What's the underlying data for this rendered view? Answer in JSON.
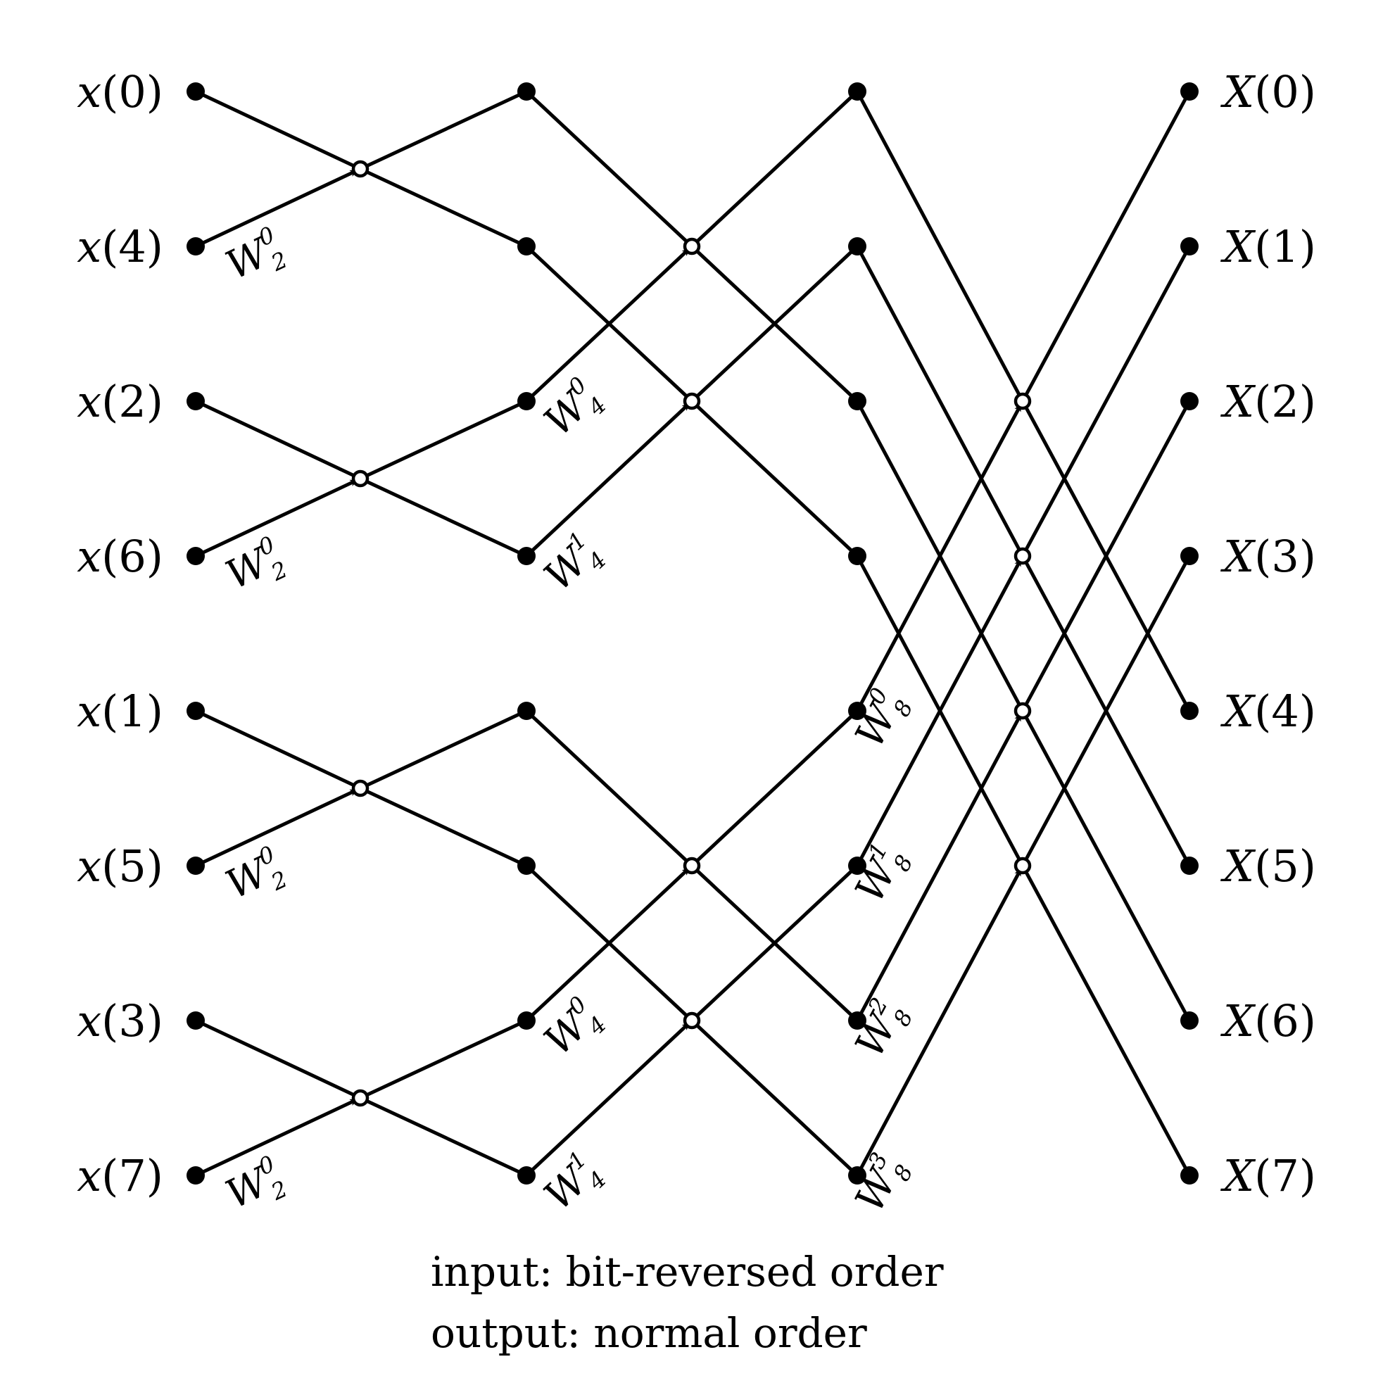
{
  "inputs": {
    "variable": "x",
    "indices": [
      "0",
      "4",
      "2",
      "6",
      "1",
      "5",
      "3",
      "7"
    ]
  },
  "outputs": {
    "variable": "X",
    "indices": [
      "0",
      "1",
      "2",
      "3",
      "4",
      "5",
      "6",
      "7"
    ]
  },
  "stage1": {
    "twiddles": [
      {
        "base": "W",
        "sub": "2",
        "sup": "0"
      },
      {
        "base": "W",
        "sub": "2",
        "sup": "0"
      },
      {
        "base": "W",
        "sub": "2",
        "sup": "0"
      },
      {
        "base": "W",
        "sub": "2",
        "sup": "0"
      }
    ]
  },
  "stage2": {
    "twiddles": [
      {
        "base": "W",
        "sub": "4",
        "sup": "0"
      },
      {
        "base": "W",
        "sub": "4",
        "sup": "1"
      },
      {
        "base": "W",
        "sub": "4",
        "sup": "0"
      },
      {
        "base": "W",
        "sub": "4",
        "sup": "1"
      }
    ]
  },
  "stage3": {
    "twiddles": [
      {
        "base": "W",
        "sub": "8",
        "sup": "0"
      },
      {
        "base": "W",
        "sub": "8",
        "sup": "1"
      },
      {
        "base": "W",
        "sub": "8",
        "sup": "2"
      },
      {
        "base": "W",
        "sub": "8",
        "sup": "3"
      }
    ]
  },
  "caption": {
    "line1": "input: bit-reversed order",
    "line2": "output: normal order"
  }
}
